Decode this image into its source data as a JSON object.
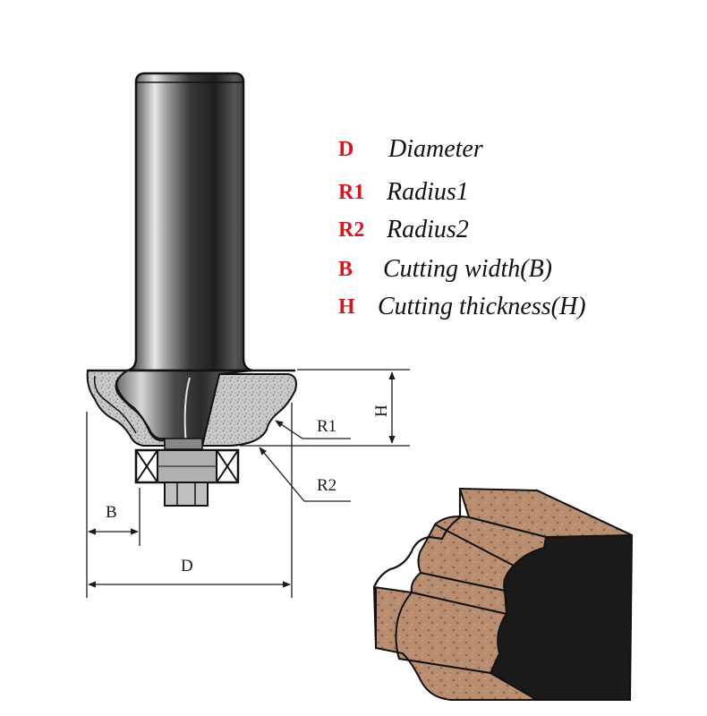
{
  "legend": {
    "items": [
      {
        "code": "D",
        "desc": "Diameter"
      },
      {
        "code": "R1",
        "desc": "Radius1"
      },
      {
        "code": "R2",
        "desc": "Radius2"
      },
      {
        "code": "B",
        "desc": "Cutting width(B)"
      },
      {
        "code": "H",
        "desc": "Cutting thickness(H)"
      }
    ]
  },
  "drawing_labels": {
    "d": "D",
    "b": "B",
    "h": "H",
    "r1": "R1",
    "r2": "R2"
  },
  "colors": {
    "legend_code": "#e0131d",
    "wood_face": "#b98d70",
    "wood_side": "#1c1a19"
  }
}
